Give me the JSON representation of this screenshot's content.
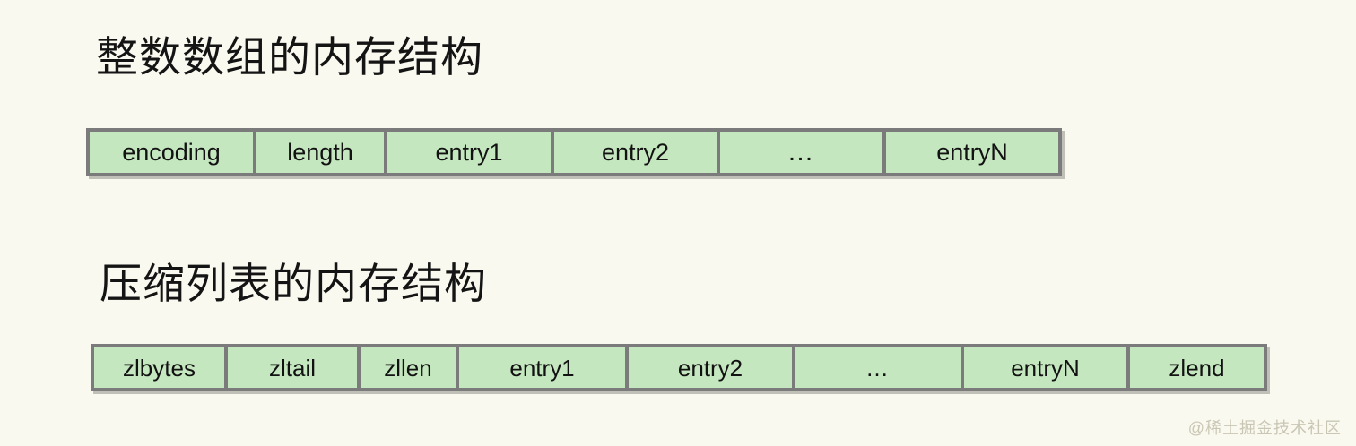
{
  "page": {
    "background_color": "#faf9ef",
    "text_color": "#121212"
  },
  "sections": [
    {
      "title": "整数数组的内存结构",
      "strip_name": "intset-memory-layout",
      "fill_color": "#c5e7bf",
      "border_color": "#7b7b7b",
      "cells": [
        {
          "label": "encoding",
          "width": 186
        },
        {
          "label": "length",
          "width": 146
        },
        {
          "label": "entry1",
          "width": 186
        },
        {
          "label": "entry2",
          "width": 185
        },
        {
          "label": "…",
          "width": 185
        },
        {
          "label": "entryN",
          "width": 192
        }
      ]
    },
    {
      "title": "压缩列表的内存结构",
      "strip_name": "ziplist-memory-layout",
      "fill_color": "#c5e7bf",
      "border_color": "#7b7b7b",
      "cells": [
        {
          "label": "zlbytes",
          "width": 149
        },
        {
          "label": "zltail",
          "width": 148
        },
        {
          "label": "zllen",
          "width": 110
        },
        {
          "label": "entry1",
          "width": 189
        },
        {
          "label": "entry2",
          "width": 186
        },
        {
          "label": "…",
          "width": 188
        },
        {
          "label": "entryN",
          "width": 185
        },
        {
          "label": "zlend",
          "width": 149
        }
      ]
    }
  ],
  "watermark": {
    "text": "@稀土掘金技术社区"
  }
}
